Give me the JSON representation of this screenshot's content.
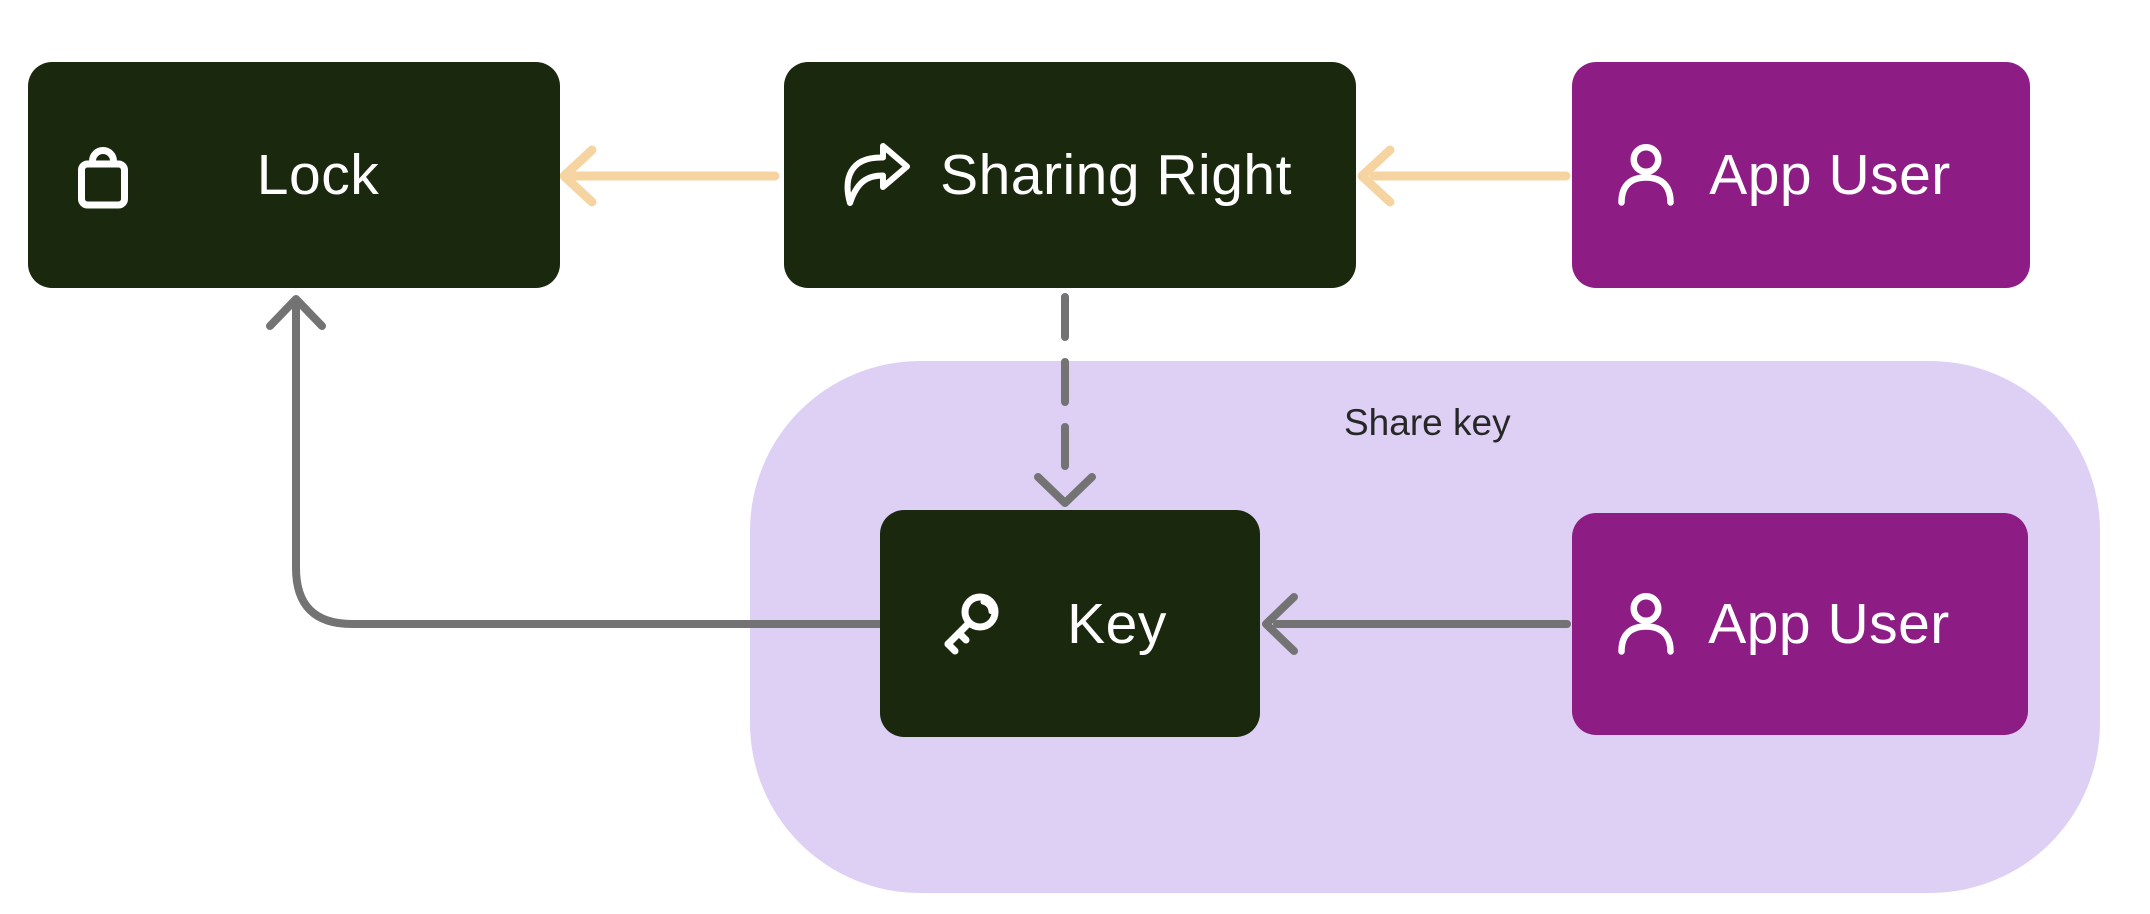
{
  "diagram": {
    "group": {
      "label": "Share key"
    },
    "nodes": {
      "lock": {
        "label": "Lock",
        "icon": "lock-icon"
      },
      "sharing_right": {
        "label": "Sharing Right",
        "icon": "share-icon"
      },
      "app_user_top": {
        "label": "App User",
        "icon": "user-icon"
      },
      "key": {
        "label": "Key",
        "icon": "key-icon"
      },
      "app_user_bottom": {
        "label": "App User",
        "icon": "user-icon"
      }
    },
    "edges": [
      {
        "from": "app_user_top",
        "to": "sharing_right",
        "style": "solid",
        "color": "#f6d4a1"
      },
      {
        "from": "sharing_right",
        "to": "lock",
        "style": "solid",
        "color": "#f6d4a1"
      },
      {
        "from": "sharing_right",
        "to": "key",
        "style": "dashed",
        "color": "#737373"
      },
      {
        "from": "app_user_bottom",
        "to": "key",
        "style": "solid",
        "color": "#737373"
      },
      {
        "from": "key",
        "to": "lock",
        "style": "solid",
        "color": "#737373"
      }
    ],
    "colors": {
      "node_green": "#1a290e",
      "node_magenta": "#8d1d85",
      "group_fill": "#ded0f5",
      "arrow_tan": "#f6d4a1",
      "arrow_gray": "#737373",
      "node_text": "#ffffff",
      "group_label_text": "#272727",
      "background": "#ffffff"
    }
  }
}
